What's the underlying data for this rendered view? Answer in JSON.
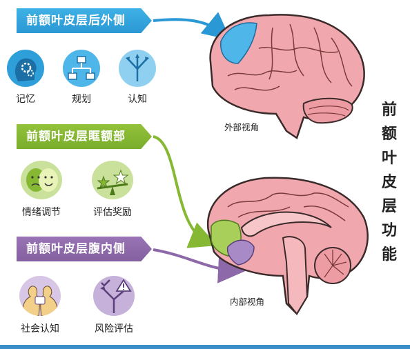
{
  "title": "前额叶皮层功能",
  "regions": [
    {
      "banner": "前额叶皮层后外侧",
      "color": "#2f9fd9",
      "functions": [
        {
          "label": "记忆",
          "icon": "head-gears-icon"
        },
        {
          "label": "规划",
          "icon": "flowchart-icon"
        },
        {
          "label": "认知",
          "icon": "branching-arrows-icon"
        }
      ]
    },
    {
      "banner": "前额叶皮层眶额部",
      "color": "#86b833",
      "functions": [
        {
          "label": "情绪调节",
          "icon": "sad-happy-faces-icon"
        },
        {
          "label": "评估奖励",
          "icon": "balance-stars-icon"
        }
      ]
    },
    {
      "banner": "前额叶皮层腹内侧",
      "color": "#8d69aa",
      "functions": [
        {
          "label": "社会认知",
          "icon": "people-talking-icon"
        },
        {
          "label": "风险评估",
          "icon": "decision-warning-icon"
        }
      ]
    }
  ],
  "views": {
    "lateral": "外部视角",
    "medial": "内部视角"
  }
}
